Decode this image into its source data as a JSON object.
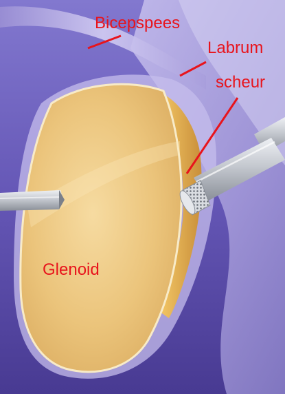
{
  "labels": {
    "biceps_tendon": "Bicepspees",
    "labrum": "Labrum",
    "tear": "scheur",
    "glenoid": "Glenoid"
  },
  "colors": {
    "label_text": "#e8141c",
    "leader_line": "#e8141c",
    "background_top": "#7468c4",
    "background_bottom": "#4d3f9a",
    "capsule": "#b6aee3",
    "glenoid_surface": "#ecc882",
    "glenoid_edge": "#f7e7c2",
    "instrument_metal": "#c9ccd2"
  },
  "icons": {
    "left_instrument": "probe-shaft-icon",
    "right_instrument": "shaver-instrument-icon"
  }
}
